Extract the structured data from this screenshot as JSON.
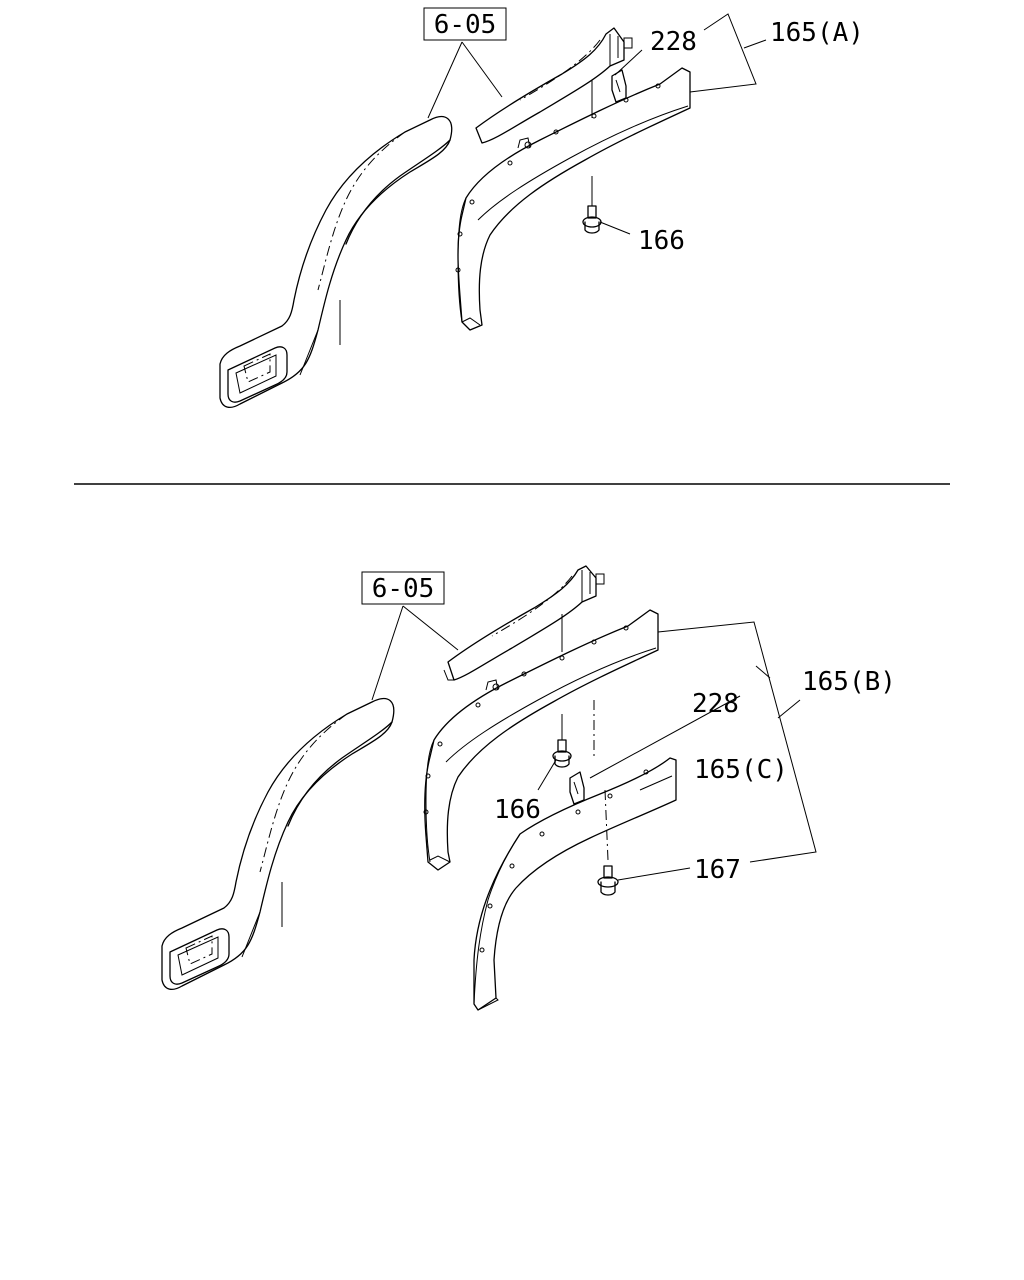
{
  "top": {
    "ref_box": "6-05",
    "labels": {
      "part_228": "228",
      "part_165a": "165(A)",
      "part_166": "166"
    }
  },
  "bottom": {
    "ref_box": "6-05",
    "labels": {
      "part_228": "228",
      "part_165b": "165(B)",
      "part_165c": "165(C)",
      "part_166": "166",
      "part_167": "167"
    }
  }
}
